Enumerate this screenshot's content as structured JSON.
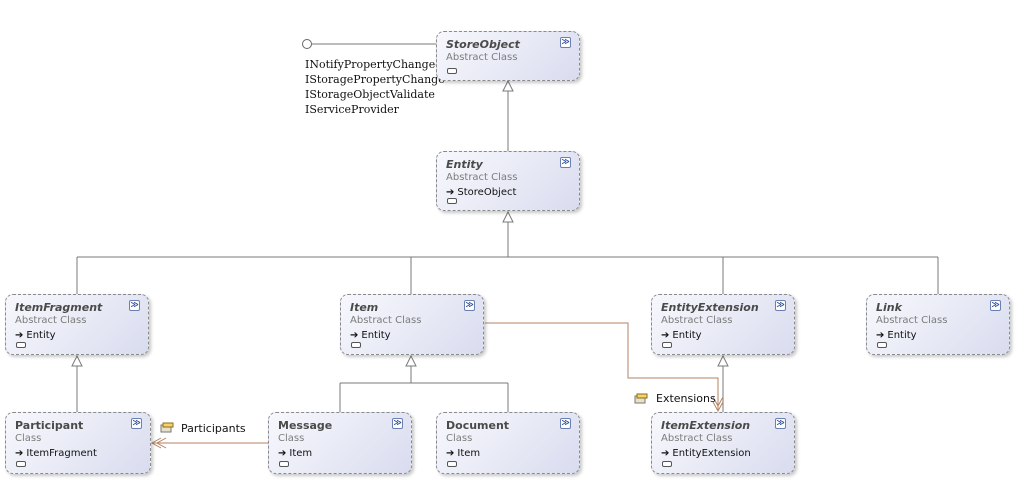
{
  "diagram": {
    "classes": {
      "store_object": {
        "name": "StoreObject",
        "stereotype": "Abstract Class",
        "base": ""
      },
      "entity": {
        "name": "Entity",
        "stereotype": "Abstract Class",
        "base": "StoreObject"
      },
      "item_fragment": {
        "name": "ItemFragment",
        "stereotype": "Abstract Class",
        "base": "Entity"
      },
      "item": {
        "name": "Item",
        "stereotype": "Abstract Class",
        "base": "Entity"
      },
      "entity_extension": {
        "name": "EntityExtension",
        "stereotype": "Abstract Class",
        "base": "Entity"
      },
      "link": {
        "name": "Link",
        "stereotype": "Abstract Class",
        "base": "Entity"
      },
      "participant": {
        "name": "Participant",
        "stereotype": "Class",
        "base": "ItemFragment"
      },
      "message": {
        "name": "Message",
        "stereotype": "Class",
        "base": "Item"
      },
      "document": {
        "name": "Document",
        "stereotype": "Class",
        "base": "Item"
      },
      "item_extension": {
        "name": "ItemExtension",
        "stereotype": "Abstract Class",
        "base": "EntityExtension"
      }
    },
    "interfaces": [
      "INotifyPropertyChanged",
      "IStoragePropertyChange",
      "IStorageObjectValidate",
      "IServiceProvider"
    ],
    "associations": {
      "participants": "Participants",
      "extensions": "Extensions"
    },
    "colors": {
      "inheritance_line": "#7a7a7a",
      "association_line": "#b58262",
      "box_border": "#8a8a8a"
    }
  }
}
